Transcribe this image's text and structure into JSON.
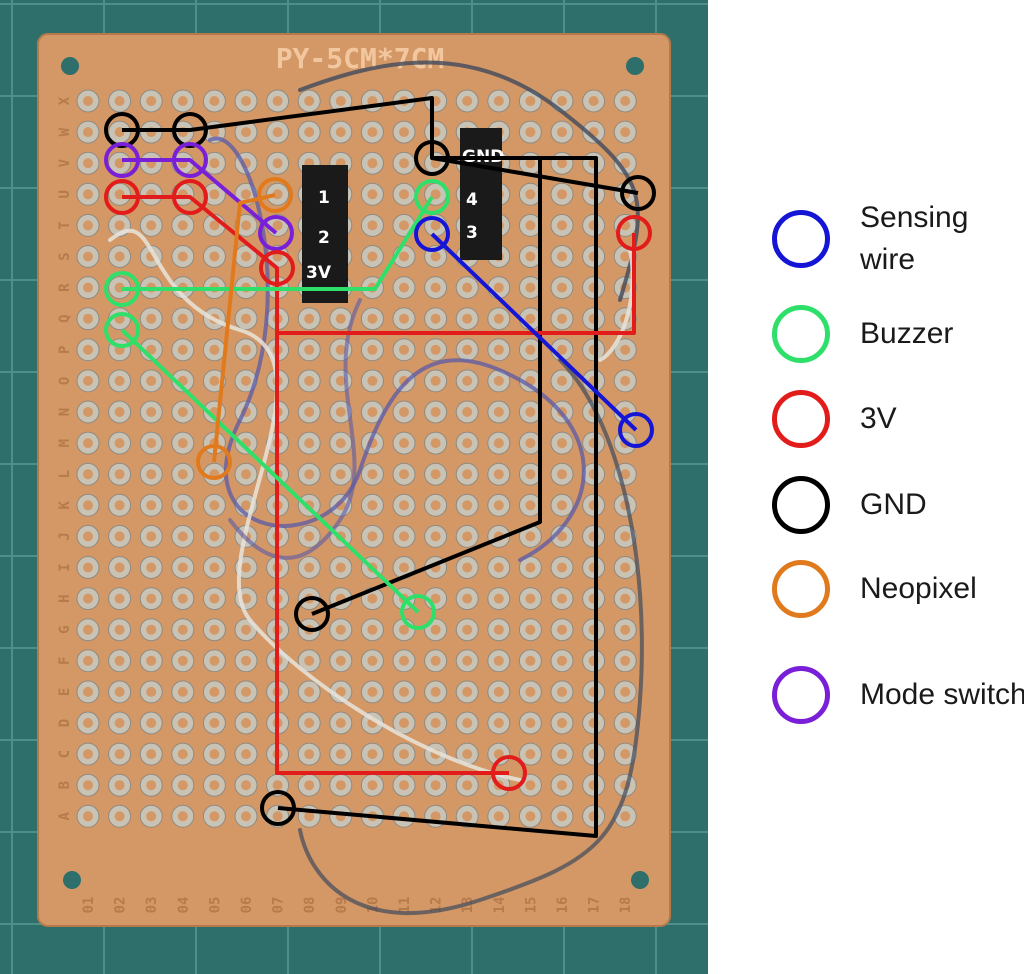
{
  "board": {
    "silkscreen": "PY-5CM*7CM",
    "row_letters": [
      "X",
      "W",
      "V",
      "U",
      "T",
      "S",
      "R",
      "Q",
      "P",
      "O",
      "N",
      "M",
      "L",
      "K",
      "J",
      "I",
      "H",
      "G",
      "F",
      "E",
      "D",
      "C",
      "B",
      "A"
    ],
    "column_numbers": [
      "01",
      "02",
      "03",
      "04",
      "05",
      "06",
      "07",
      "08",
      "09",
      "10",
      "11",
      "12",
      "13",
      "14",
      "15",
      "16",
      "17",
      "18"
    ]
  },
  "header_labels": {
    "left": [
      "1",
      "2",
      "3V"
    ],
    "right": [
      "GND",
      "4",
      "3"
    ]
  },
  "legend": {
    "items": [
      {
        "label": "Sensing wire",
        "color": "#1515d6"
      },
      {
        "label": "Buzzer",
        "color": "#2ee06a"
      },
      {
        "label": "3V",
        "color": "#e21b1b"
      },
      {
        "label": "GND",
        "color": "#000000"
      },
      {
        "label": "Neopixel",
        "color": "#e07a1c"
      },
      {
        "label": "Mode switch",
        "color": "#7a1fd8"
      }
    ]
  }
}
